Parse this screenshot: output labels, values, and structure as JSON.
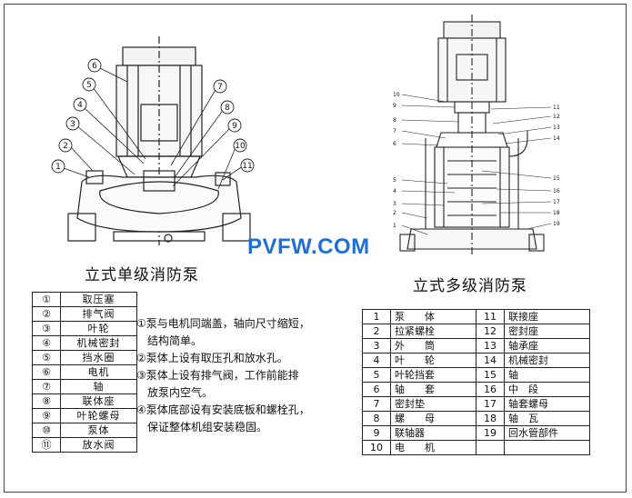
{
  "watermark": "PVFW.COM",
  "left_drawing": {
    "caption": "立式单级消防泵",
    "callouts": [
      "1",
      "2",
      "3",
      "4",
      "5",
      "6",
      "7",
      "8",
      "9",
      "10",
      "11"
    ]
  },
  "right_drawing": {
    "caption": "立式多级消防泵",
    "callouts_left": [
      "10",
      "9",
      "8",
      "7",
      "6",
      "5",
      "4",
      "3",
      "2",
      "1"
    ],
    "callouts_right": [
      "11",
      "12",
      "13",
      "14",
      "15",
      "16",
      "17",
      "18",
      "19"
    ]
  },
  "left_parts": [
    {
      "num": "①",
      "name": "取压塞"
    },
    {
      "num": "②",
      "name": "排气阀"
    },
    {
      "num": "③",
      "name": "叶轮"
    },
    {
      "num": "④",
      "name": "机械密封"
    },
    {
      "num": "⑤",
      "name": "挡水圈"
    },
    {
      "num": "⑥",
      "name": "电机"
    },
    {
      "num": "⑦",
      "name": "轴"
    },
    {
      "num": "⑧",
      "name": "联体座"
    },
    {
      "num": "⑨",
      "name": "叶轮螺母"
    },
    {
      "num": "⑩",
      "name": "泵体"
    },
    {
      "num": "⑪",
      "name": "放水阀"
    }
  ],
  "notes": [
    "①泵与电机同端盖，轴向尺寸缩短，",
    "　结构简单。",
    "②泵体上设有取压孔和放水孔。",
    "③泵体上设有排气阀，工作前能排",
    "　放泵内空气。",
    "④泵体底部设有安装底板和螺栓孔，",
    "　保证整体机组安装稳固。"
  ],
  "right_parts": [
    {
      "n1": "1",
      "t1": "泵　　体",
      "n2": "11",
      "t2": "联接座"
    },
    {
      "n1": "2",
      "t1": "拉紧螺栓",
      "n2": "12",
      "t2": "密封座"
    },
    {
      "n1": "3",
      "t1": "外　　筒",
      "n2": "13",
      "t2": "轴承座"
    },
    {
      "n1": "4",
      "t1": "叶　　轮",
      "n2": "14",
      "t2": "机械密封"
    },
    {
      "n1": "5",
      "t1": "叶轮挡套",
      "n2": "15",
      "t2": "轴"
    },
    {
      "n1": "6",
      "t1": "轴　　套",
      "n2": "16",
      "t2": "中　段"
    },
    {
      "n1": "7",
      "t1": "密封垫",
      "n2": "17",
      "t2": "轴套螺母"
    },
    {
      "n1": "8",
      "t1": "螺　　母",
      "n2": "18",
      "t2": "轴　瓦"
    },
    {
      "n1": "9",
      "t1": "联轴器",
      "n2": "19",
      "t2": "回水管部件"
    },
    {
      "n1": "10",
      "t1": "电　　机",
      "n2": "",
      "t2": ""
    }
  ]
}
